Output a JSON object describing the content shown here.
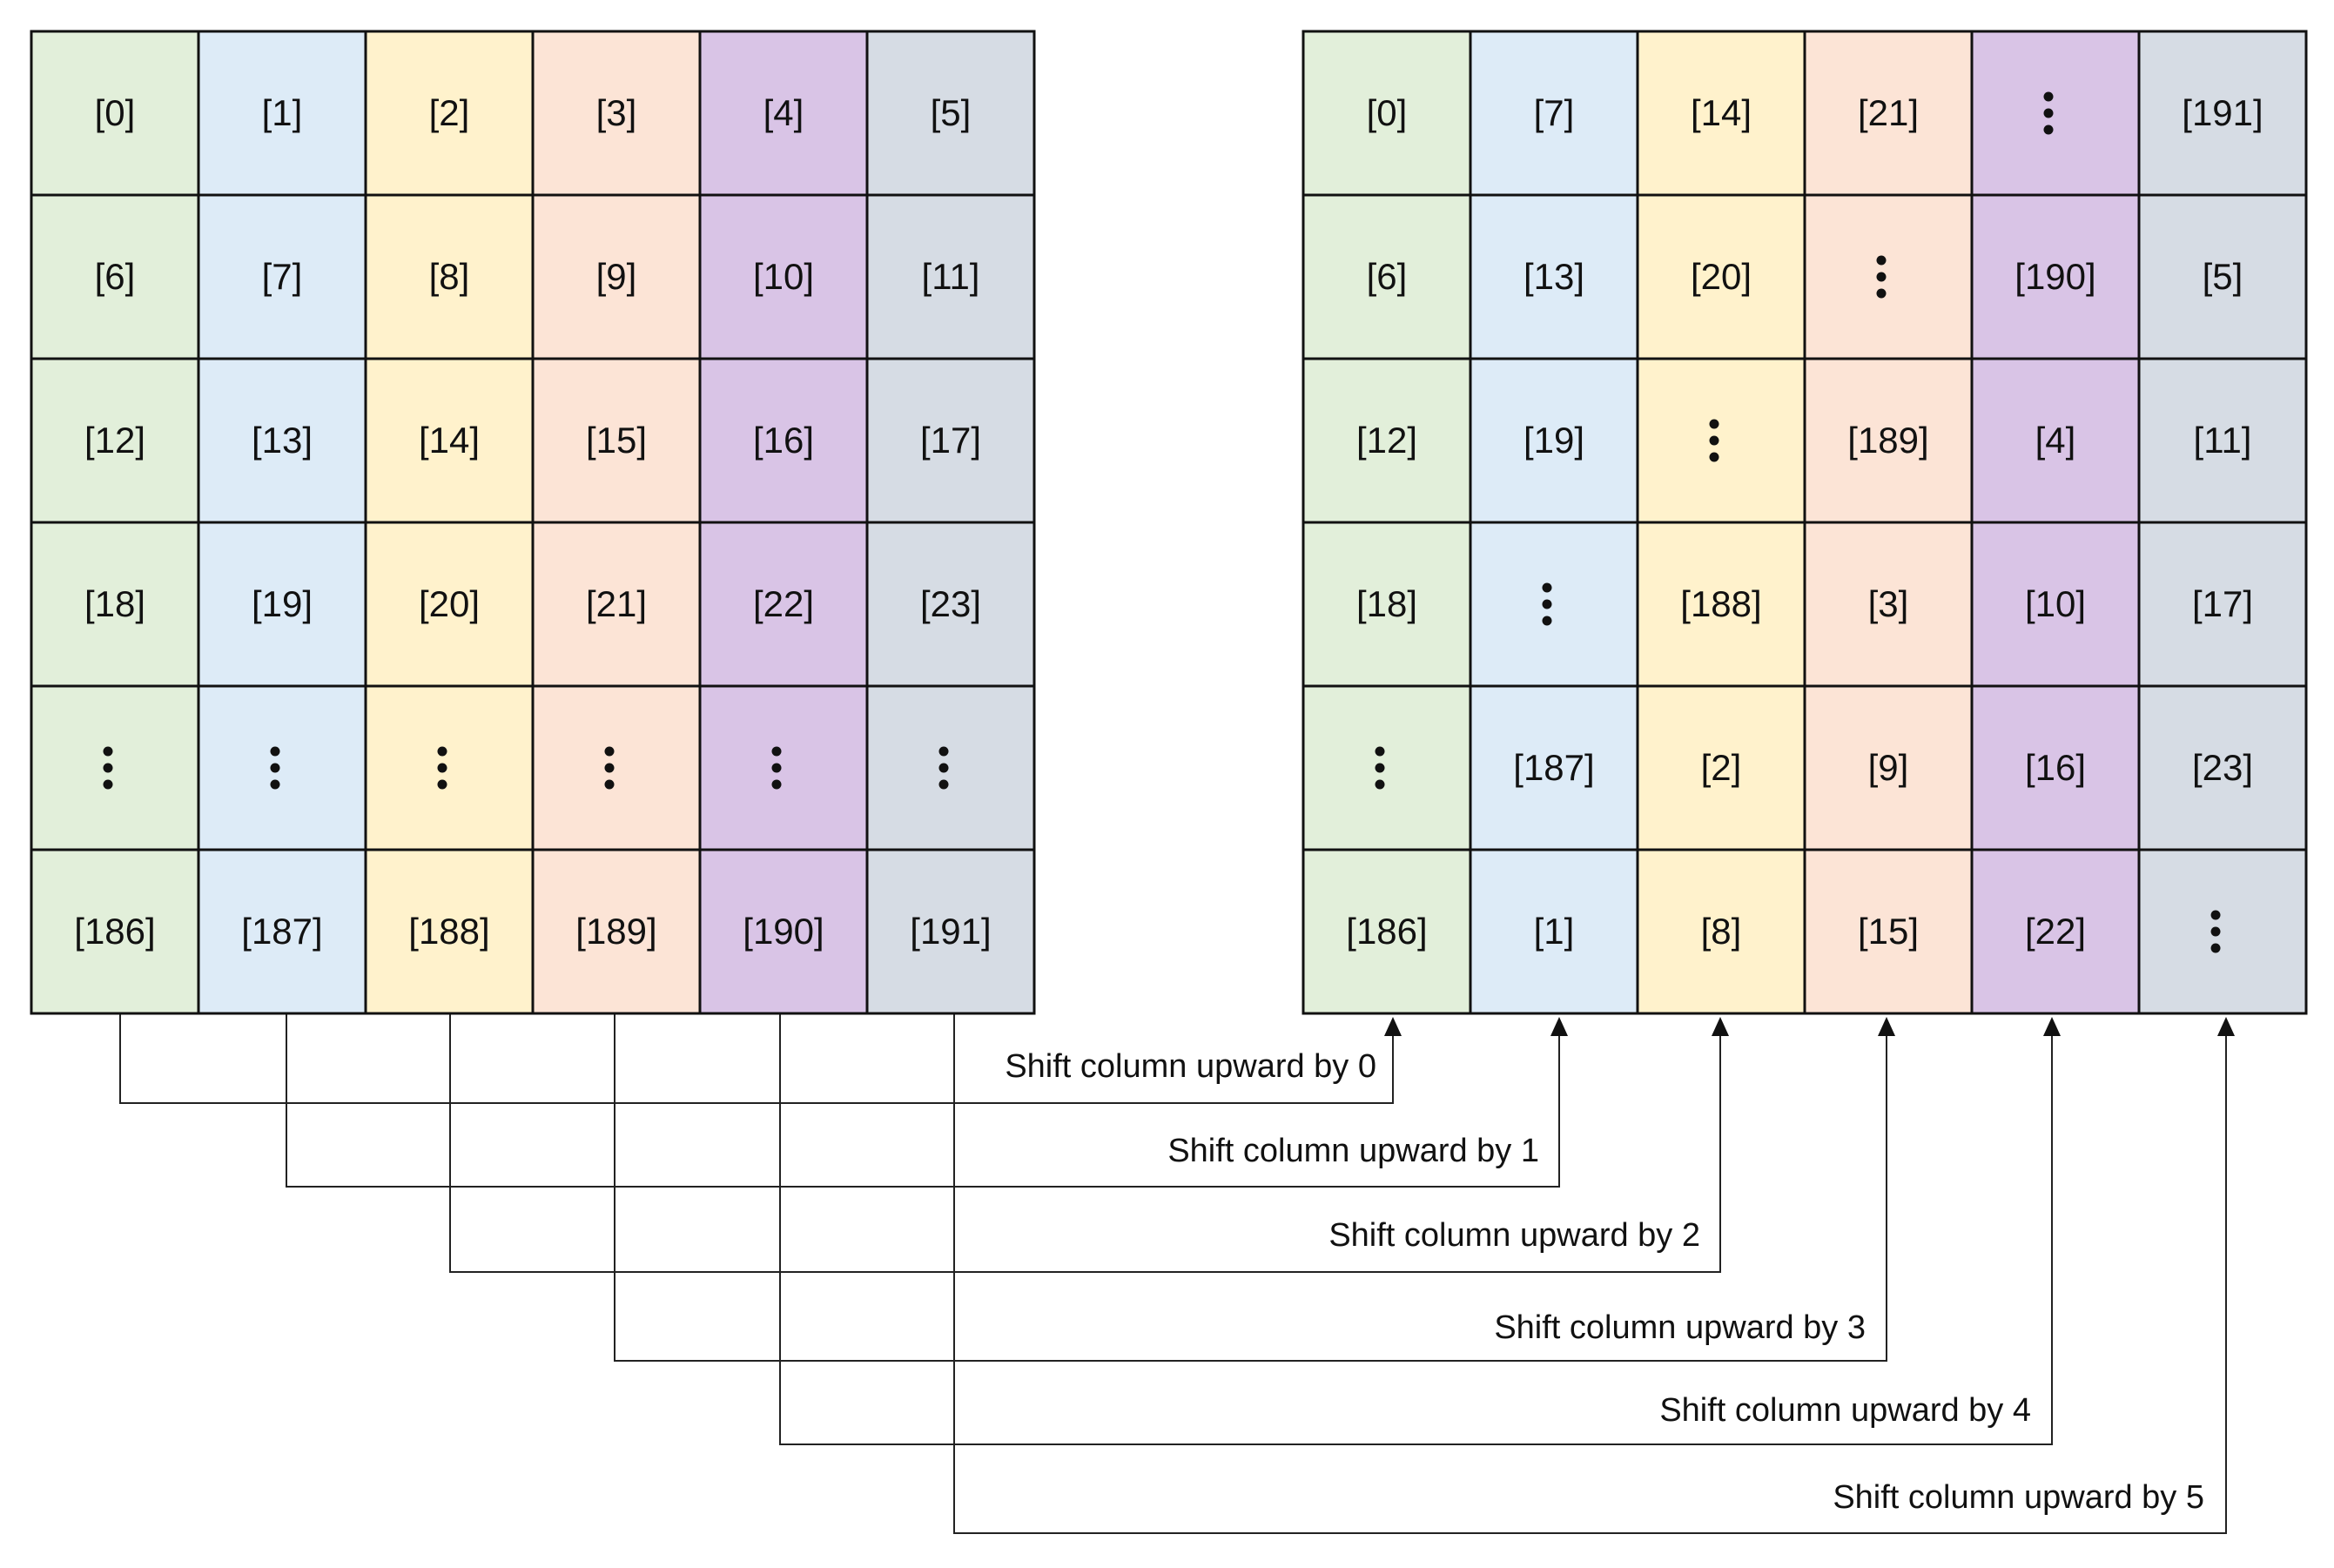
{
  "column_colors": [
    "#e2efda",
    "#ddebf7",
    "#fff2cc",
    "#fce4d6",
    "#d9c4e6",
    "#d6dce4"
  ],
  "vertical_ellipsis": "⋮",
  "left_grid": {
    "rows": [
      [
        "[0]",
        "[1]",
        "[2]",
        "[3]",
        "[4]",
        "[5]"
      ],
      [
        "[6]",
        "[7]",
        "[8]",
        "[9]",
        "[10]",
        "[11]"
      ],
      [
        "[12]",
        "[13]",
        "[14]",
        "[15]",
        "[16]",
        "[17]"
      ],
      [
        "[18]",
        "[19]",
        "[20]",
        "[21]",
        "[22]",
        "[23]"
      ],
      [
        "⋮",
        "⋮",
        "⋮",
        "⋮",
        "⋮",
        "⋮"
      ],
      [
        "[186]",
        "[187]",
        "[188]",
        "[189]",
        "[190]",
        "[191]"
      ]
    ]
  },
  "right_grid": {
    "rows": [
      [
        "[0]",
        "[7]",
        "[14]",
        "[21]",
        "⋮",
        "[191]"
      ],
      [
        "[6]",
        "[13]",
        "[20]",
        "⋮",
        "[190]",
        "[5]"
      ],
      [
        "[12]",
        "[19]",
        "⋮",
        "[189]",
        "[4]",
        "[11]"
      ],
      [
        "[18]",
        "⋮",
        "[188]",
        "[3]",
        "[10]",
        "[17]"
      ],
      [
        "⋮",
        "[187]",
        "[2]",
        "[9]",
        "[16]",
        "[23]"
      ],
      [
        "[186]",
        "[1]",
        "[8]",
        "[15]",
        "[22]",
        "⋮"
      ]
    ]
  },
  "shift_labels": [
    "Shift column upward by 0",
    "Shift column upward by 1",
    "Shift column upward by 2",
    "Shift column upward by 3",
    "Shift column upward by 4",
    "Shift column upward by 5"
  ]
}
